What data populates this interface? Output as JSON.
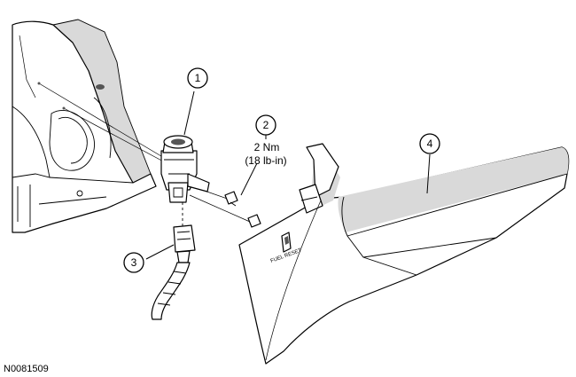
{
  "callouts": [
    {
      "number": "1"
    },
    {
      "number": "2"
    },
    {
      "number": "3"
    },
    {
      "number": "4"
    }
  ],
  "torque": {
    "line1": "2 Nm",
    "line2": "(18 lb-in)"
  },
  "figure_id": "N0081509",
  "trim_label": "FUEL RESET"
}
